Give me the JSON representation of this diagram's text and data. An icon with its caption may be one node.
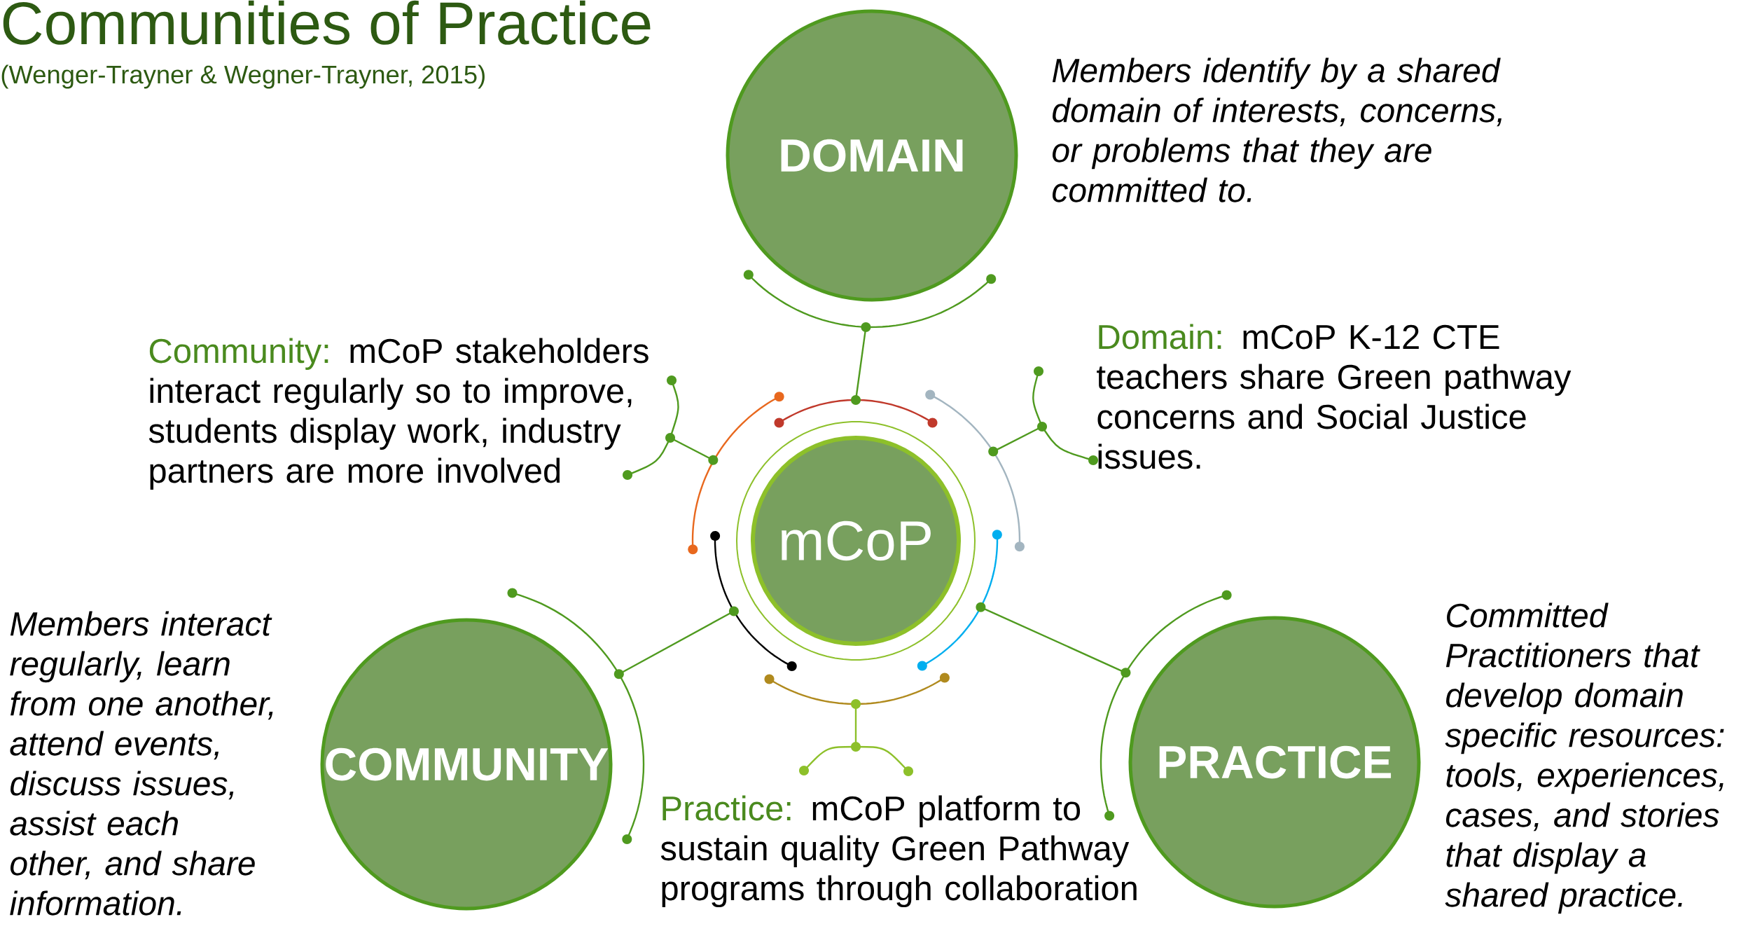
{
  "diagram": {
    "title": "Communities of Practice",
    "nodes": [
      {
        "text": [
          "DOMAIN"
        ],
        "beside": [
          "Members identify by a shared domain of interests, concerns, or problems that they are committed to."
        ]
      },
      {
        "text": [
          "mCoP"
        ]
      },
      {
        "text": [
          "COMMUNITY"
        ],
        "beside": [
          "Members interact regularly, learn from one another, attend events, discuss issues, assist each other, and share information."
        ]
      },
      {
        "text": [
          "PRACTICE"
        ],
        "beside": [
          "Committed Practitioners that develop domain specific resources: tools, experiences, cases, and stories that display a shared practice."
        ]
      },
      {
        "text": [
          "Community:",
          "mCoP stakeholders interact regularly so to improve, students display work, industry partners are more involved"
        ]
      },
      {
        "text": [
          "Domain:",
          "mCoP K-12 CTE teachers share Green pathway concerns and Social Justice issues."
        ]
      },
      {
        "text": [
          "Practice:",
          "mCoP platform to sustain quality Green Pathway programs through collaboration"
        ]
      }
    ],
    "edges": [
      {
        "from": 1,
        "to": 0,
        "arrow": "none"
      },
      {
        "from": 1,
        "to": 2,
        "arrow": "none"
      },
      {
        "from": 1,
        "to": 3,
        "arrow": "none"
      },
      {
        "from": 1,
        "to": 4,
        "arrow": "none"
      },
      {
        "from": 1,
        "to": 5,
        "arrow": "none"
      },
      {
        "from": 1,
        "to": 6,
        "arrow": "none",
        "color": "#8dc02a"
      }
    ],
    "labels": [
      "(Wenger-Trayner & Wegner-Trayner, 2015)"
    ]
  }
}
